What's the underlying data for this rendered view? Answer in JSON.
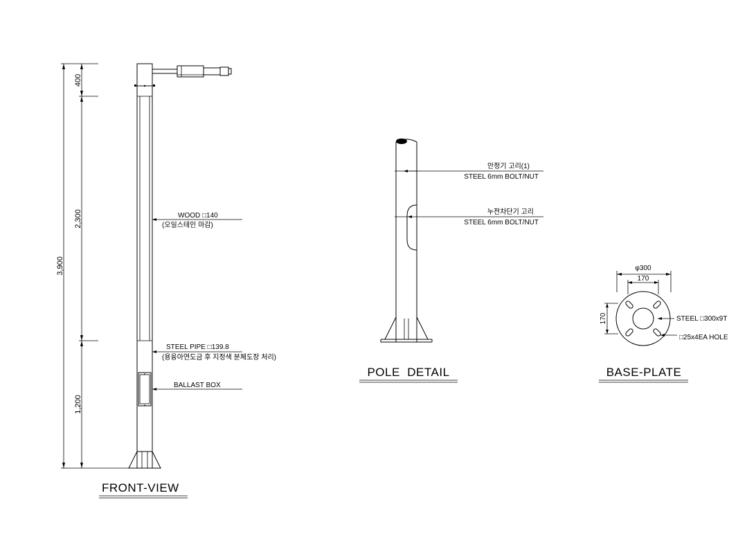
{
  "front_view": {
    "title": "FRONT-VIEW",
    "dims": {
      "total": "3,900",
      "top": "400",
      "middle": "2,300",
      "bottom": "1,200"
    },
    "labels": {
      "wood": "WOOD □140",
      "wood_note": "(오일스테인 마감)",
      "steel_pipe": "STEEL PIPE □139.8",
      "steel_pipe_note": "(용융아연도금 후 지정색 분체도장 처리)",
      "ballast": "BALLAST BOX"
    }
  },
  "pole_detail": {
    "title": "POLE  DETAIL",
    "labels": {
      "ring1": "안정기 고리(1)",
      "bolt1": "STEEL 6mm BOLT/NUT",
      "ring2": "누전차단기 고리",
      "bolt2": "STEEL 6mm BOLT/NUT"
    }
  },
  "base_plate": {
    "title": "BASE-PLATE",
    "dims": {
      "diameter": "φ300",
      "inner_h": "170",
      "inner_v": "170"
    },
    "labels": {
      "steel": "STEEL □300x9T",
      "hole": "□25x4EA HOLE"
    }
  }
}
